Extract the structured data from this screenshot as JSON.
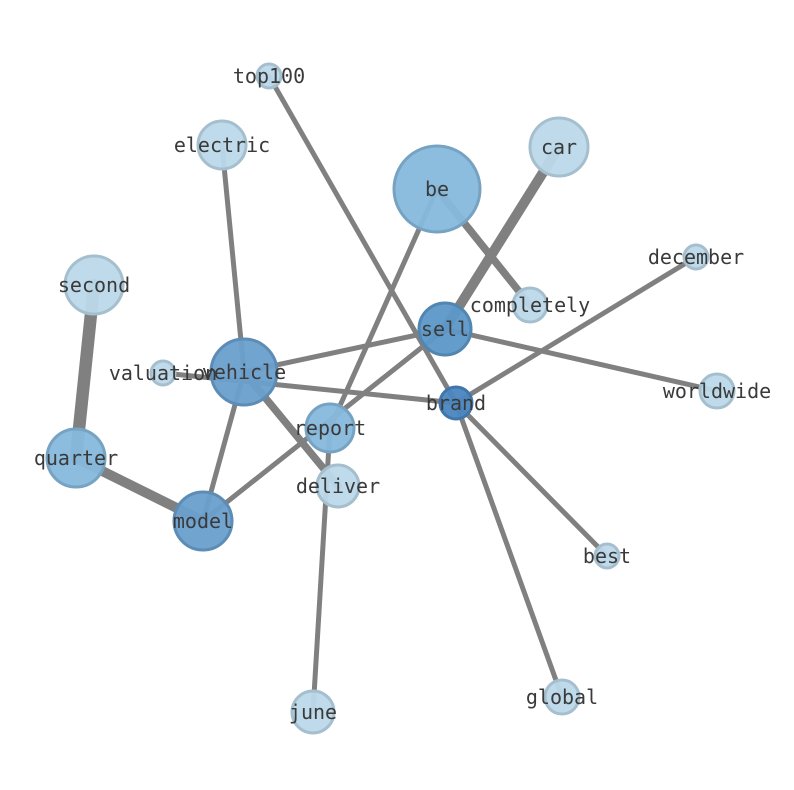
{
  "graph": {
    "nodes": [
      {
        "id": "top100",
        "label": "top100",
        "color": "#bcd9ea"
      },
      {
        "id": "electric",
        "label": "electric",
        "color": "#bcd9ea"
      },
      {
        "id": "be",
        "label": "be",
        "color": "#86b9dc"
      },
      {
        "id": "car",
        "label": "car",
        "color": "#bcd9ea"
      },
      {
        "id": "december",
        "label": "december",
        "color": "#bcd9ea"
      },
      {
        "id": "second",
        "label": "second",
        "color": "#bcd9ea"
      },
      {
        "id": "completely",
        "label": "completely",
        "color": "#bcd9ea"
      },
      {
        "id": "sell",
        "label": "sell",
        "color": "#5c98c8"
      },
      {
        "id": "valuation",
        "label": "valuation",
        "color": "#bcd9ea"
      },
      {
        "id": "vehicle",
        "label": "vehicle",
        "color": "#6a9fce"
      },
      {
        "id": "brand",
        "label": "brand",
        "color": "#4a86c0"
      },
      {
        "id": "worldwide",
        "label": "worldwide",
        "color": "#bcd9ea"
      },
      {
        "id": "report",
        "label": "report",
        "color": "#86b9dc"
      },
      {
        "id": "quarter",
        "label": "quarter",
        "color": "#86b9dc"
      },
      {
        "id": "deliver",
        "label": "deliver",
        "color": "#bcd9ea"
      },
      {
        "id": "model",
        "label": "model",
        "color": "#6a9fce"
      },
      {
        "id": "best",
        "label": "best",
        "color": "#bcd9ea"
      },
      {
        "id": "global",
        "label": "global",
        "color": "#bcd9ea"
      },
      {
        "id": "june",
        "label": "june",
        "color": "#bcd9ea"
      }
    ],
    "edges": [
      {
        "source": "top100",
        "target": "brand",
        "weight": 1
      },
      {
        "source": "electric",
        "target": "vehicle",
        "weight": 1
      },
      {
        "source": "be",
        "target": "completely",
        "weight": 1.5
      },
      {
        "source": "be",
        "target": "report",
        "weight": 1
      },
      {
        "source": "car",
        "target": "sell",
        "weight": 2
      },
      {
        "source": "december",
        "target": "brand",
        "weight": 1
      },
      {
        "source": "second",
        "target": "quarter",
        "weight": 2.5
      },
      {
        "source": "sell",
        "target": "vehicle",
        "weight": 1
      },
      {
        "source": "sell",
        "target": "worldwide",
        "weight": 1
      },
      {
        "source": "sell",
        "target": "model",
        "weight": 1
      },
      {
        "source": "valuation",
        "target": "brand",
        "weight": 1
      },
      {
        "source": "vehicle",
        "target": "deliver",
        "weight": 1.5
      },
      {
        "source": "vehicle",
        "target": "model",
        "weight": 1
      },
      {
        "source": "quarter",
        "target": "model",
        "weight": 2
      },
      {
        "source": "report",
        "target": "june",
        "weight": 1
      },
      {
        "source": "brand",
        "target": "best",
        "weight": 1
      },
      {
        "source": "brand",
        "target": "global",
        "weight": 1
      }
    ]
  }
}
